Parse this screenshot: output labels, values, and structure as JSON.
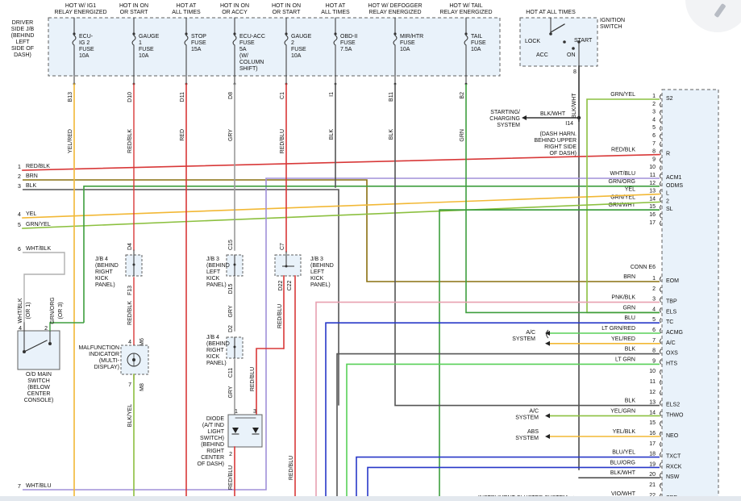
{
  "colors": {
    "wire_yel": "#f2b835",
    "wire_red": "#d83838",
    "wire_grn": "#3e9e3e",
    "wire_blk": "#555555",
    "wire_gry": "#9a9a9a",
    "wire_wht_blu": "#a090d8",
    "wire_grn_yel": "#8cc040",
    "wire_blu": "#2838c8",
    "wire_pnk": "#e8a0b0",
    "wire_ltgrn": "#58d058",
    "wire_brn": "#8a7010",
    "wire_vio": "#b040c0",
    "box_fill": "#e9f2fa",
    "box_border": "#606060"
  },
  "fuse_headers": [
    {
      "id": "h1",
      "lines": [
        "HOT W/ IG1",
        "RELAY ENERGIZED"
      ]
    },
    {
      "id": "h2",
      "lines": [
        "HOT IN ON",
        "OR START"
      ]
    },
    {
      "id": "h3",
      "lines": [
        "HOT AT",
        "ALL TIMES"
      ]
    },
    {
      "id": "h4",
      "lines": [
        "HOT IN ON",
        "OR ACCY"
      ]
    },
    {
      "id": "h5",
      "lines": [
        "HOT IN ON",
        "OR START"
      ]
    },
    {
      "id": "h6",
      "lines": [
        "HOT AT",
        "ALL TIMES"
      ]
    },
    {
      "id": "h7",
      "lines": [
        "HOT W/ DEFOGGER",
        "RELAY ENERGIZED"
      ]
    },
    {
      "id": "h8",
      "lines": [
        "HOT W/ TAIL",
        "RELAY ENERGIZED"
      ]
    }
  ],
  "fuse_box_label": [
    "DRIVER",
    "SIDE J/B",
    "(BEHIND",
    "LEFT",
    "SIDE OF",
    "DASH)"
  ],
  "fuses": [
    {
      "id": "f1",
      "lines": [
        "ECU-",
        "IG 2",
        "FUSE",
        "10A"
      ]
    },
    {
      "id": "f2",
      "lines": [
        "GAUGE",
        "1",
        "FUSE",
        "10A"
      ]
    },
    {
      "id": "f3",
      "lines": [
        "STOP",
        "FUSE",
        "15A"
      ]
    },
    {
      "id": "f4",
      "lines": [
        "ECU-ACC",
        "FUSE",
        "5A",
        "(W/",
        "COLUMN",
        "SHIFT)"
      ]
    },
    {
      "id": "f5",
      "lines": [
        "GAUGE",
        "2",
        "FUSE",
        "10A"
      ]
    },
    {
      "id": "f6",
      "lines": [
        "OBD-II",
        "FUSE",
        "7.5A"
      ]
    },
    {
      "id": "f7",
      "lines": [
        "MIR/HTR",
        "FUSE",
        "10A"
      ]
    },
    {
      "id": "f8",
      "lines": [
        "TAIL",
        "FUSE",
        "10A"
      ]
    }
  ],
  "fuse_pins": [
    "B13",
    "D10",
    "D11",
    "D8",
    "C1",
    "I1",
    "B11",
    "B2"
  ],
  "fuse_wires": [
    "YEL/RED",
    "RED/BLK",
    "RED",
    "GRY",
    "RED/BLU",
    "BLK",
    "BLK",
    "GRN"
  ],
  "ignition": {
    "header": "HOT AT ALL TIMES",
    "label": [
      "IGNITION",
      "SWITCH"
    ],
    "lock": "LOCK",
    "acc": "ACC",
    "on": "ON",
    "start": "START",
    "pin": "8",
    "wire": "BLK/WHT",
    "conn": "I14",
    "starting": [
      "STARTING/",
      "CHARGING",
      "SYSTEM"
    ],
    "starting_wire": "BLK/WHT",
    "dash_harness": [
      "(DASH HARN.",
      "BEHIND UPPER",
      "RIGHT SIDE",
      "OF DASH)"
    ]
  },
  "left_circuits": [
    {
      "num": "1",
      "wire": "RED/BLK"
    },
    {
      "num": "2",
      "wire": "BRN"
    },
    {
      "num": "3",
      "wire": "BLK"
    },
    {
      "num": "4",
      "wire": "YEL"
    },
    {
      "num": "5",
      "wire": "GRN/YEL"
    },
    {
      "num": "6",
      "wire": "WHT/BLK"
    },
    {
      "num": "7",
      "wire": "WHT/BLU"
    }
  ],
  "od_switch": {
    "label": [
      "O/D MAIN",
      "SWITCH",
      "(BELOW",
      "CENTER",
      "CONSOLE)"
    ],
    "pin4": "4",
    "pin2": "2",
    "w1": "WHT/BLK",
    "w1b": "(OR 1)",
    "w2": "GRN/ORG",
    "w2b": "(OR 3)"
  },
  "jb4_top": {
    "pin_top": "D4",
    "pin_bot": "F13",
    "label": [
      "J/B 4",
      "(BEHIND",
      "RIGHT",
      "KICK",
      "PANEL)"
    ],
    "wire": "RED/BLK"
  },
  "jb3_left": {
    "pin_top": "C15",
    "pin_bot": "D15",
    "label": [
      "J/B 3",
      "(BEHIND",
      "LEFT",
      "KICK",
      "PANEL)"
    ],
    "wire": "GRY"
  },
  "jb3_right": {
    "pin_top": "C7",
    "pin_l": "D22",
    "pin_r": "C22",
    "label": [
      "J/B 3",
      "(BEHIND",
      "LEFT",
      "KICK",
      "PANEL)"
    ],
    "wire_l": "RED/BLU",
    "wire_r": "RED/BLU"
  },
  "jb4_mid": {
    "pin_top": "D2",
    "pin_bot": "C11",
    "label": [
      "J/B 4",
      "(BEHIND",
      "RIGHT",
      "KICK",
      "PANEL)"
    ],
    "wire": "GRY",
    "wire_r": "RED/BLU"
  },
  "mil": {
    "label": [
      "MALFUNCTION",
      "INDICATOR",
      "(MULTI-",
      "DISPLAY)"
    ],
    "pin_top": "4",
    "conn_top": "M6",
    "pin_bot": "7",
    "conn_bot": "M8",
    "wire": "BLK/YEL"
  },
  "diode": {
    "label": [
      "DIODE",
      "(A/T IND",
      "LIGHT",
      "SWITCH)",
      "(BEHIND",
      "RIGHT",
      "CENTER",
      "OF DASH)"
    ],
    "pin1": "1",
    "pin3": "3",
    "pin2": "2",
    "wire": "RED/BLU",
    "wire_r": "RED/BLU"
  },
  "ecm_upper": [
    {
      "pin": "1",
      "wire": "GRN/YEL",
      "term": "S2"
    },
    {
      "pin": "2",
      "wire": "",
      "term": ""
    },
    {
      "pin": "3",
      "wire": "",
      "term": ""
    },
    {
      "pin": "4",
      "wire": "",
      "term": ""
    },
    {
      "pin": "5",
      "wire": "",
      "term": ""
    },
    {
      "pin": "6",
      "wire": "",
      "term": ""
    },
    {
      "pin": "7",
      "wire": "",
      "term": ""
    },
    {
      "pin": "8",
      "wire": "RED/BLK",
      "term": "R"
    },
    {
      "pin": "9",
      "wire": "",
      "term": ""
    },
    {
      "pin": "10",
      "wire": "",
      "term": ""
    },
    {
      "pin": "11",
      "wire": "WHT/BLU",
      "term": "ACM1"
    },
    {
      "pin": "12",
      "wire": "GRN/ORG",
      "term": "ODMS"
    },
    {
      "pin": "13",
      "wire": "YEL",
      "term": "L"
    },
    {
      "pin": "14",
      "wire": "GRN/YEL",
      "term": "2"
    },
    {
      "pin": "15",
      "wire": "GRN/WHT",
      "term": "SL"
    },
    {
      "pin": "16",
      "wire": "",
      "term": ""
    },
    {
      "pin": "17",
      "wire": "",
      "term": ""
    }
  ],
  "conn_e6": "CONN E6",
  "ecm_lower": [
    {
      "pin": "1",
      "wire": "BRN",
      "term": "EOM"
    },
    {
      "pin": "2",
      "wire": "",
      "term": ""
    },
    {
      "pin": "3",
      "wire": "PNK/BLK",
      "term": "TBP"
    },
    {
      "pin": "4",
      "wire": "GRN",
      "term": "ELS"
    },
    {
      "pin": "5",
      "wire": "BLU",
      "term": "TC"
    },
    {
      "pin": "6",
      "wire": "LT GRN/RED",
      "term": "ACMG"
    },
    {
      "pin": "7",
      "wire": "YEL/RED",
      "term": "A/C"
    },
    {
      "pin": "8",
      "wire": "BLK",
      "term": "OXS"
    },
    {
      "pin": "9",
      "wire": "LT GRN",
      "term": "HTS"
    },
    {
      "pin": "10",
      "wire": "",
      "term": ""
    },
    {
      "pin": "11",
      "wire": "",
      "term": ""
    },
    {
      "pin": "12",
      "wire": "",
      "term": ""
    },
    {
      "pin": "13",
      "wire": "BLK",
      "term": "ELS2"
    },
    {
      "pin": "14",
      "wire": "YEL/GRN",
      "term": "THWO"
    },
    {
      "pin": "15",
      "wire": "",
      "term": ""
    },
    {
      "pin": "16",
      "wire": "YEL/BLK",
      "term": "NEO"
    },
    {
      "pin": "17",
      "wire": "",
      "term": ""
    },
    {
      "pin": "18",
      "wire": "BLU/YEL",
      "term": "TXCT"
    },
    {
      "pin": "19",
      "wire": "BLU/ORG",
      "term": "RXCK"
    },
    {
      "pin": "20",
      "wire": "BLK/WHT",
      "term": "NSW"
    },
    {
      "pin": "21",
      "wire": "",
      "term": ""
    },
    {
      "pin": "22",
      "wire": "VIO/WHT",
      "term": "SPD"
    }
  ],
  "systems": {
    "ac1": [
      "A/C",
      "SYSTEM"
    ],
    "ac2": [
      "A/C",
      "SYSTEM"
    ],
    "abs": [
      "ABS",
      "SYSTEM"
    ],
    "cluster": "INSTRUMENT CLUSTER SYSTEM"
  }
}
